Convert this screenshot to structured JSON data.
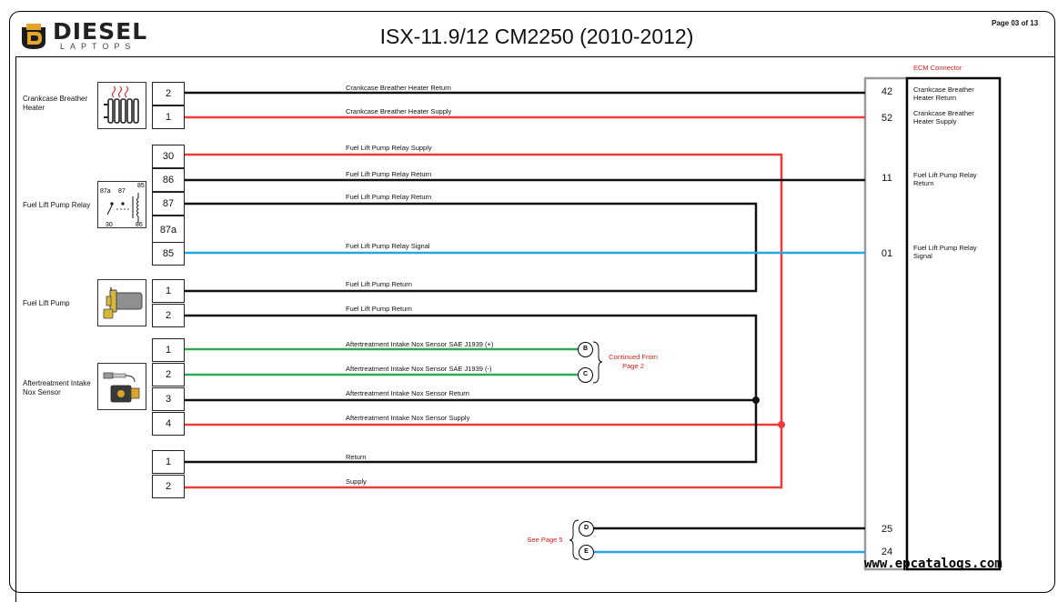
{
  "header": {
    "logo_word": "DIESEL",
    "logo_sub": "LAPTOPS",
    "title": "ISX-11.9/12 CM2250 (2010-2012)",
    "page": "Page 03 of 13"
  },
  "components": [
    {
      "label": "Crankcase Breather Heater",
      "icon": "radiator-heater-icon"
    },
    {
      "label": "Fuel Lift Pump Relay",
      "icon": "relay-icon"
    },
    {
      "label": "Fuel Lift Pump",
      "icon": "fuel-pump-icon"
    },
    {
      "label": "Aftertreatment Intake Nox Sensor",
      "icon": "nox-sensor-icon"
    }
  ],
  "relay_icon_labels": {
    "t87a": "87a",
    "t87": "87",
    "t85": "85",
    "t30": "30",
    "t86": "86"
  },
  "pins": [
    "2",
    "1",
    "30",
    "86",
    "87",
    "87a",
    "85",
    "1",
    "2",
    "1",
    "2",
    "3",
    "4",
    "1",
    "2"
  ],
  "wires": [
    "Crankcase Breather Heater Return",
    "Crankcase Breather Heater Supply",
    "Fuel Lift Pump Relay Supply",
    "Fuel Lift Pump Relay Return",
    "Fuel Lift Pump Relay Return",
    "Fuel Lift Pump Relay Signal",
    "Fuel Lift Pump Return",
    "Fuel Lift Pump Return",
    "Aftertreatment Intake Nox Sensor SAE J1939 (+)",
    "Aftertreatment Intake Nox Sensor SAE J1939 (-)",
    "Aftertreatment Intake Nox Sensor Return",
    "Aftertreatment Intake Nox Sensor Supply",
    "Return",
    "Supply"
  ],
  "ecm": {
    "title": "ECM Connector",
    "pins": [
      "42",
      "52",
      "11",
      "01",
      "25",
      "24"
    ],
    "signals": [
      "Crankcase Breather Heater Return",
      "Crankcase Breather Heater Supply",
      "Fuel Lift Pump Relay Return",
      "Fuel Lift Pump Relay Signal"
    ]
  },
  "connectors": [
    "B",
    "C",
    "D",
    "E"
  ],
  "notes": {
    "continued": "Continued From Page 2",
    "see_page": "See Page 5"
  },
  "watermark": "www.epcatalogs.com",
  "colors": {
    "black_wire": "#111111",
    "red_wire": "#ef3b3b",
    "green_wire": "#2bab55",
    "blue_wire": "#25a6e0",
    "accent_red": "#e01b1b",
    "ecm_block": "#9a9a9a"
  }
}
